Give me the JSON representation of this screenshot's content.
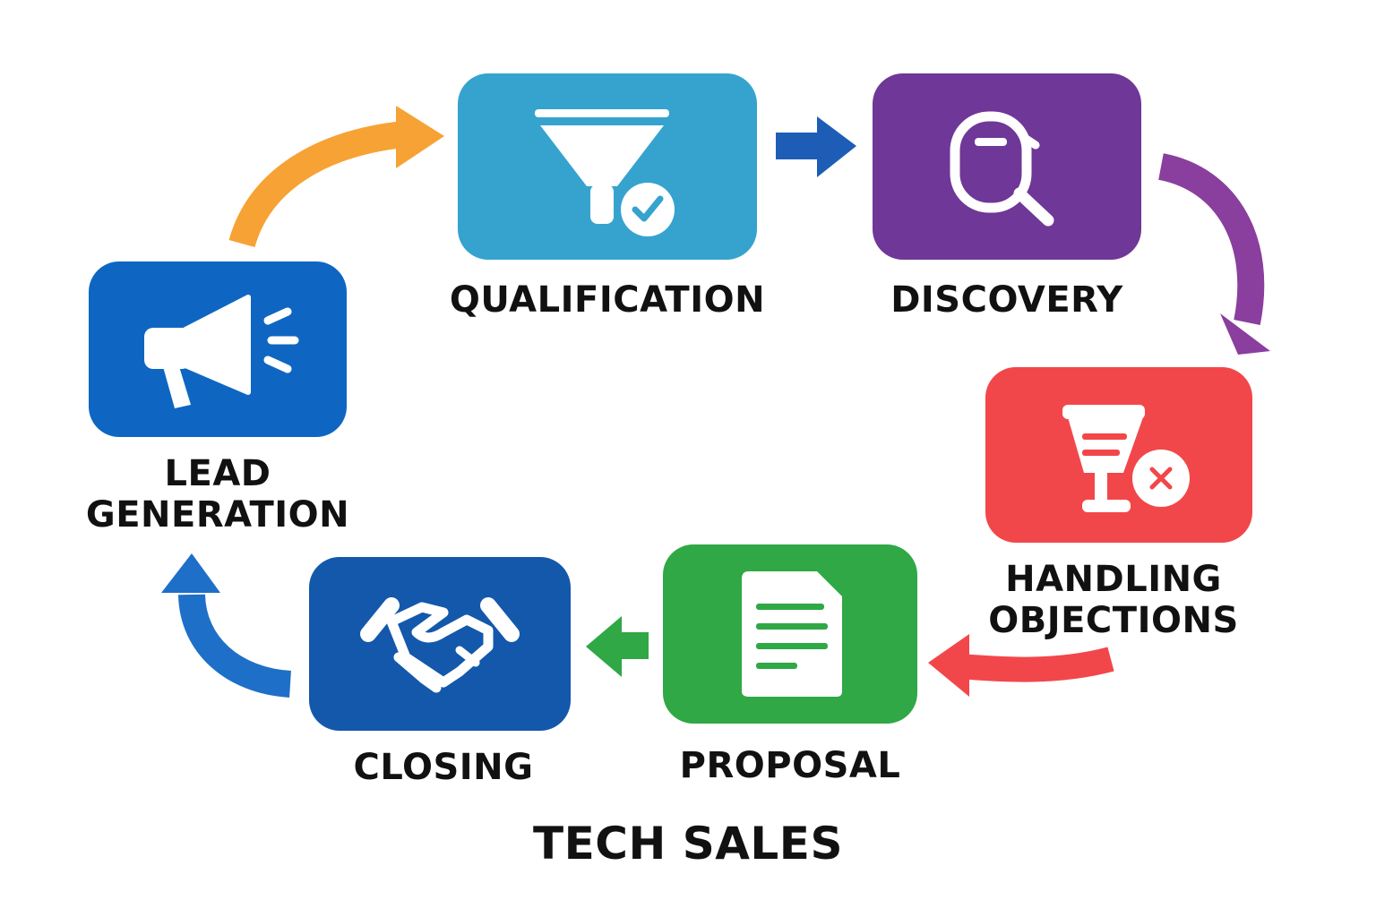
{
  "title": "TECH SALES",
  "stages": {
    "lead_generation": {
      "line1": "LEAD",
      "line2": "GENERATION",
      "color": "#0E66C2",
      "icon": "megaphone-icon"
    },
    "qualification": {
      "label": "QUALIFICATION",
      "color": "#36A3CF",
      "icon": "funnel-check-icon"
    },
    "discovery": {
      "label": "DISCOVERY",
      "color": "#6F3797",
      "icon": "magnifier-icon"
    },
    "handling_objections": {
      "line1": "HANDLING",
      "line2": "OBJECTIONS",
      "color": "#F2474A",
      "icon": "objection-icon"
    },
    "proposal": {
      "label": "PROPOSAL",
      "color": "#2FA845",
      "icon": "document-icon"
    },
    "closing": {
      "label": "CLOSING",
      "color": "#1358AB",
      "icon": "handshake-icon"
    }
  },
  "arrow_colors": {
    "lead_to_qualification": "#F7A234",
    "qualification_to_discovery": "#1E5DB5",
    "discovery_to_objections": "#8A3E9E",
    "objections_to_proposal": "#F2474A",
    "proposal_to_closing": "#2FA845",
    "closing_to_lead": "#1E6FC8"
  }
}
